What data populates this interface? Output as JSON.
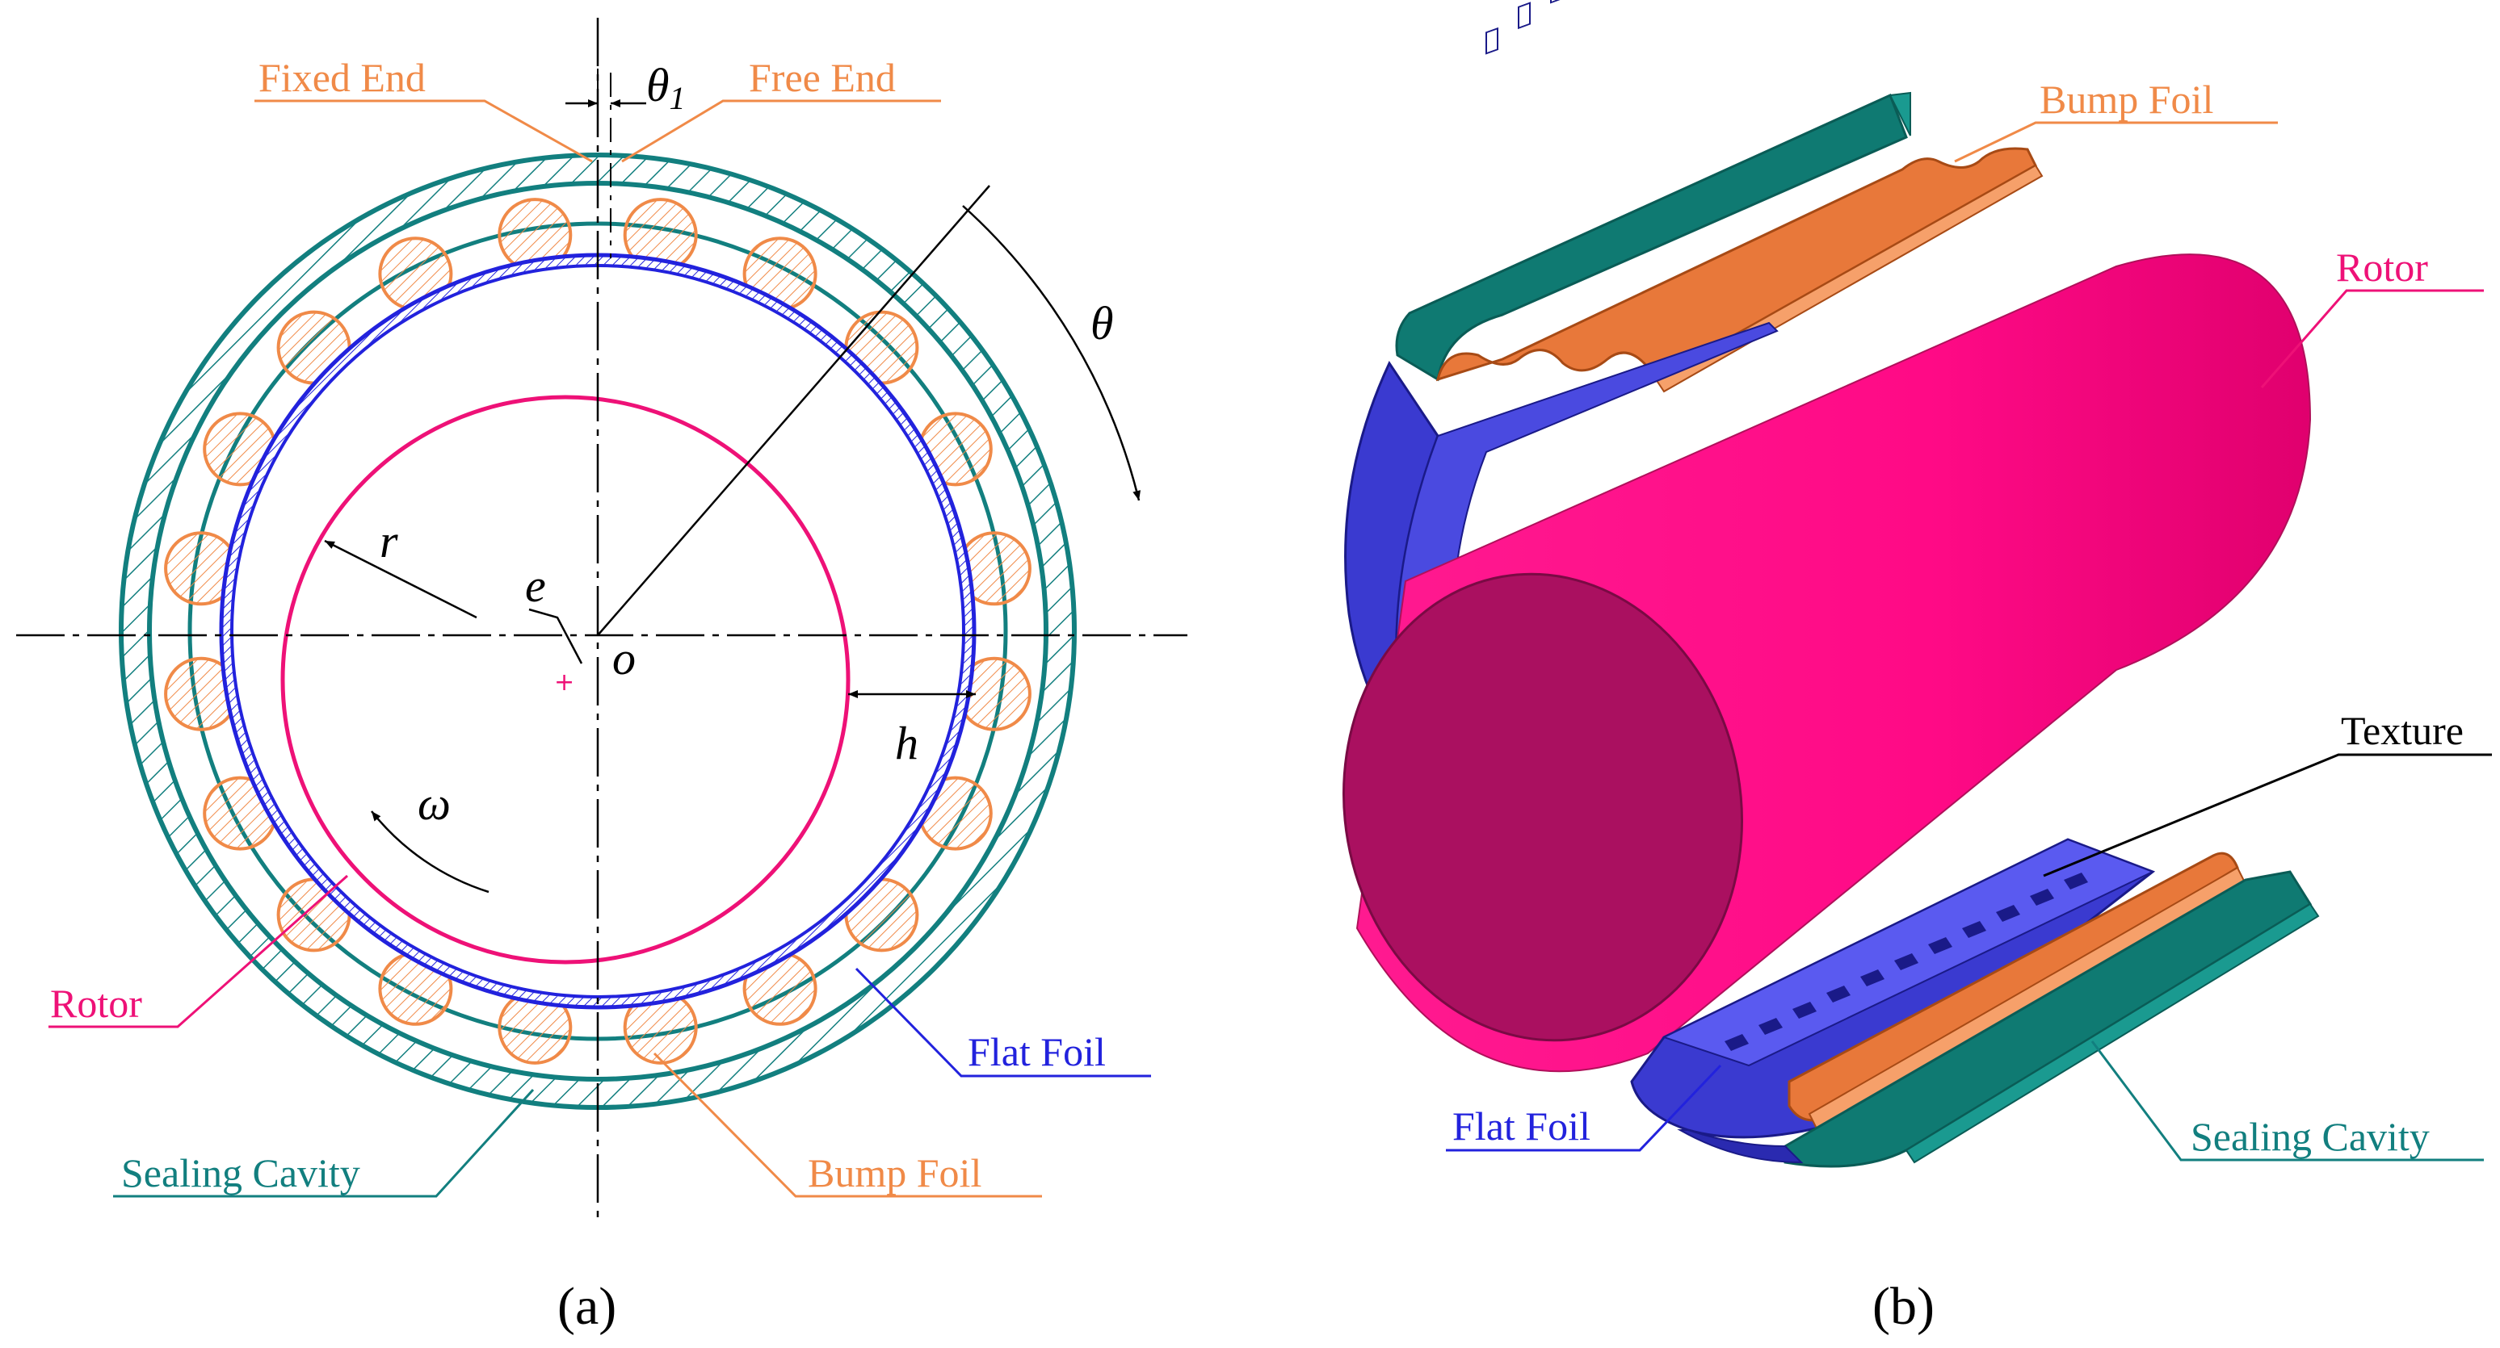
{
  "colors": {
    "sealing_cavity": "#127f7f",
    "bump_foil": "#f08a48",
    "flat_foil": "#2222dd",
    "rotor": "#ee1177",
    "rotor_3d_end": "#aa1060",
    "rotor_3d_side": "#ff0a86",
    "cavity_3d": "#0f7a72",
    "flat_foil_3d": "#4a4ae0",
    "bump_3d": "#e8783a",
    "texture_line": "#000000"
  },
  "panel_a": {
    "labels": {
      "fixed_end": "Fixed End",
      "free_end": "Free End",
      "rotor": "Rotor",
      "flat_foil": "Flat Foil",
      "sealing_cavity": "Sealing Cavity",
      "bump_foil": "Bump Foil"
    },
    "symbols": {
      "theta1": "θ",
      "theta1_sub": "1",
      "theta": "θ",
      "r": "r",
      "e": "e",
      "o": "o",
      "h": "h",
      "omega": "ω"
    },
    "caption": "(a)"
  },
  "panel_b": {
    "labels": {
      "bump_foil": "Bump Foil",
      "rotor": "Rotor",
      "texture": "Texture",
      "flat_foil": "Flat Foil",
      "sealing_cavity": "Sealing Cavity"
    },
    "caption": "(b)"
  }
}
